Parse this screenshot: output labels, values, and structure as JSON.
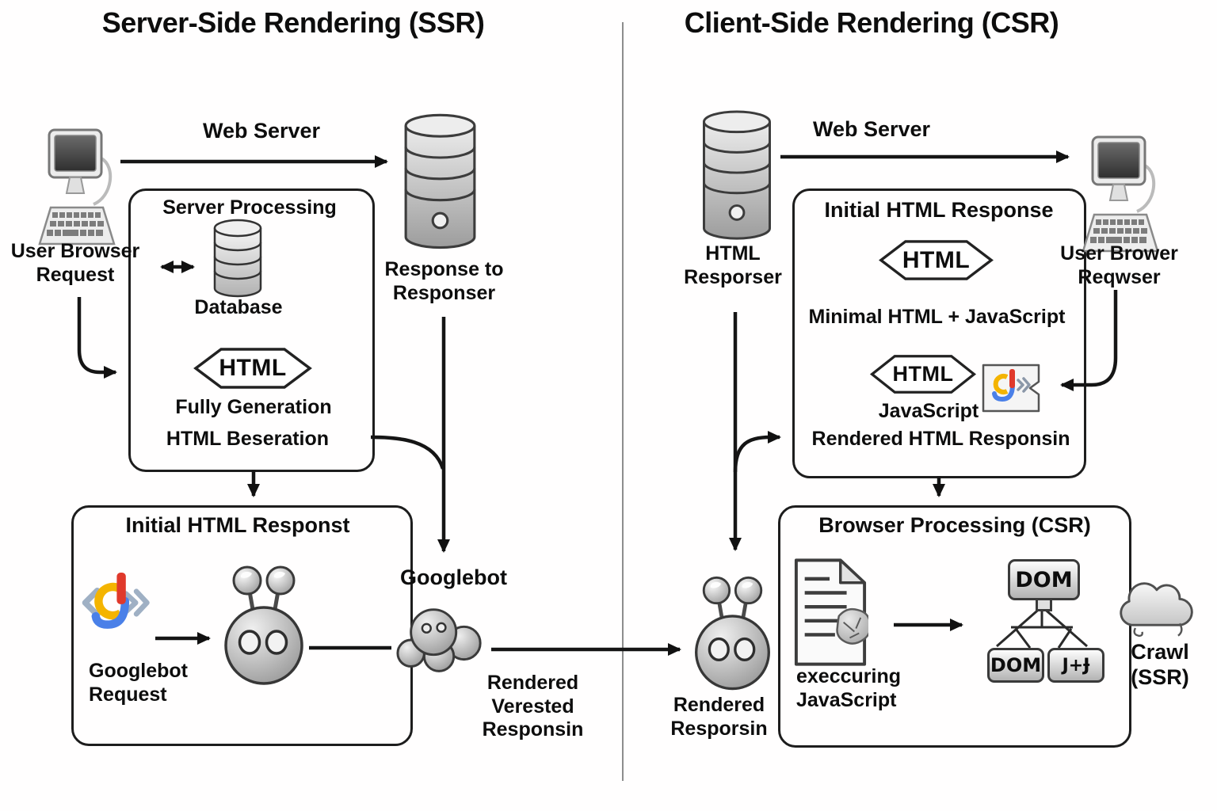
{
  "ssr": {
    "title": "Server-Side Rendering (SSR)",
    "user_browser": "User Browser\nRequest",
    "web_server": "Web Server",
    "response_to": "Response to\nResponser",
    "processing": {
      "title": "Server Processing",
      "database": "Database",
      "html_badge": "HTML",
      "line1": "Fully Generation",
      "line2": "HTML Beseration"
    },
    "initial_box": {
      "title": "Initial HTML Responst",
      "googlebot_request": "Googlebot\nRequest"
    },
    "googlebot": "Googlebot",
    "rendered": "Rendered\nVerested\nResponsin"
  },
  "csr": {
    "title": "Client-Side Rendering (CSR)",
    "html_responser": "HTML\nResporser",
    "web_server": "Web Server",
    "user_browser": "User Brower\nReqwser",
    "initial_box": {
      "title": "Initial HTML Response",
      "html_badge": "HTML",
      "minimal": "Minimal HTML + JavaScript",
      "html_badge2": "HTML",
      "javascript": "JavaScript",
      "rendered": "Rendered HTML Responsin"
    },
    "rendered_bot": "Rendered\nResporsin",
    "browser_box": {
      "title": "Browser Processing (CSR)",
      "executing": "execcuring\nJavaScript",
      "dom_root": "DOM",
      "dom_child1": "DOM",
      "dom_child2": "J+Ɉ"
    },
    "crawl": "Crawl\n(SSR)"
  },
  "icons": {
    "user_computer": "desktop-computer",
    "web_server": "server-cylinder",
    "database": "database-stack",
    "googlebot_logo": "google-g-crawler-logo",
    "googlebot_head": "robot-head",
    "googlebot_crawler": "robot-blob",
    "script_document": "document-with-blob",
    "dom_tree": "dom-node-tree",
    "crawl_cloud": "cloud",
    "html_badge": "hexagon-badge"
  },
  "colors": {
    "arrow": "#151515",
    "box_border": "#1d1d1d",
    "divider": "#8d8d8d",
    "google_red": "#e0392b",
    "google_yellow": "#f4b400",
    "google_blue": "#4a80e8",
    "logo_gray": "#9fb0c4"
  }
}
